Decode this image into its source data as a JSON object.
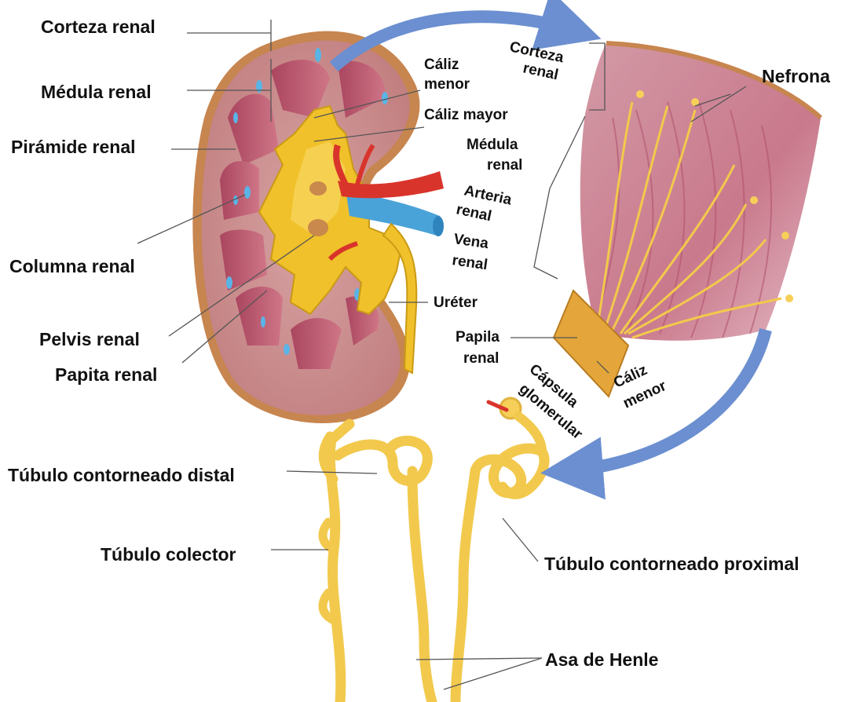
{
  "labels": {
    "corteza_renal": "Corteza renal",
    "medula_renal": "Médula renal",
    "piramide_renal": "Pirámide renal",
    "columna_renal": "Columna renal",
    "pelvis_renal": "Pelvis renal",
    "papita_renal": "Papita renal",
    "caliz_menor_1": "Cáliz",
    "caliz_menor_2": "menor",
    "caliz_mayor": "Cáliz mayor",
    "arteria_1": "Arteria",
    "arteria_2": "renal",
    "vena_1": "Vena",
    "vena_2": "renal",
    "ureter": "Uréter",
    "zoom_corteza_1": "Corteza",
    "zoom_corteza_2": "renal",
    "zoom_medula_1": "Médula",
    "zoom_medula_2": "renal",
    "nefrona": "Nefrona",
    "papila_1": "Papila",
    "papila_2": "renal",
    "capsula_1": "Cápsula",
    "capsula_2": "glomerular",
    "caliz_zoom_1": "Cáliz",
    "caliz_zoom_2": "menor",
    "tubulo_distal": "Túbulo contorneado distal",
    "tubulo_colector": "Túbulo colector",
    "tubulo_proximal": "Túbulo contorneado proximal",
    "asa_henle": "Asa de Henle"
  },
  "colors": {
    "cortex": "#c98d8f",
    "medulla_pyramid": "#b94f6a",
    "capsule": "#c7854f",
    "pelvis": "#f0c12a",
    "artery": "#d9342b",
    "vein": "#4aa3d8",
    "tubule": "#f6cf58",
    "arrow": "#6b8fd0"
  }
}
